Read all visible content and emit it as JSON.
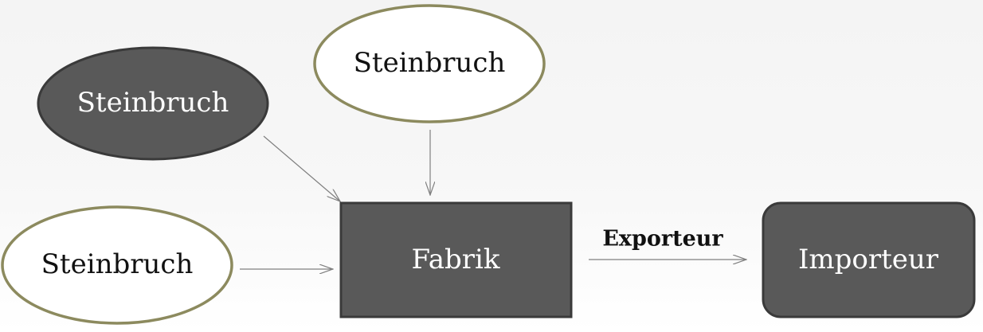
{
  "colors": {
    "dark_fill": "#595959",
    "dark_stroke": "#3a3a3a",
    "light_fill": "#ffffff",
    "light_stroke": "#8c8a5e",
    "arrow": "#7f7f7f",
    "dark_text": "#ffffff",
    "light_text": "#111111"
  },
  "nodes": {
    "quarry_dark": {
      "label": "Steinbruch",
      "shape": "ellipse",
      "style": "dark"
    },
    "quarry_top": {
      "label": "Steinbruch",
      "shape": "ellipse",
      "style": "light"
    },
    "quarry_left": {
      "label": "Steinbruch",
      "shape": "ellipse",
      "style": "light"
    },
    "factory": {
      "label": "Fabrik",
      "shape": "rectangle",
      "style": "dark"
    },
    "importer": {
      "label": "Importeur",
      "shape": "rounded-rectangle",
      "style": "dark"
    }
  },
  "edges": {
    "exporter_label": "Exporteur",
    "connections": [
      {
        "from": "quarry_dark",
        "to": "factory"
      },
      {
        "from": "quarry_top",
        "to": "factory"
      },
      {
        "from": "quarry_left",
        "to": "factory"
      },
      {
        "from": "factory",
        "to": "importer"
      }
    ]
  }
}
